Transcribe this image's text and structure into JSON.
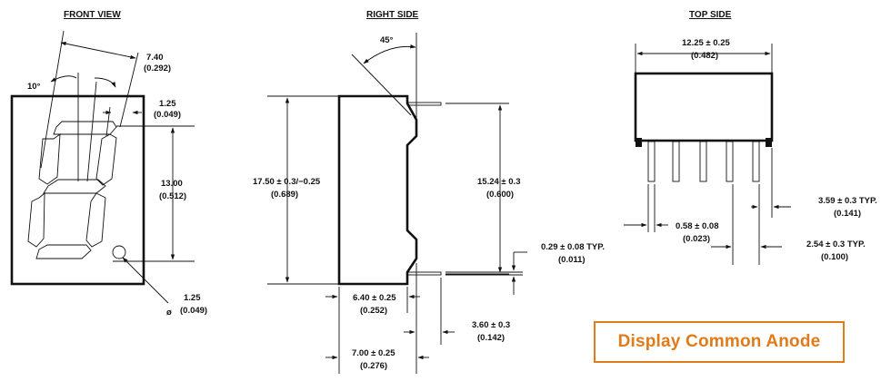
{
  "views": {
    "front": {
      "title": "FRONT VIEW",
      "width_mm": "7.40",
      "width_in": "(0.292)",
      "slant_angle": "10°",
      "seg_offset_mm": "1.25",
      "seg_offset_in": "(0.049)",
      "digit_height_mm": "13.00",
      "digit_height_in": "(0.512)",
      "dp_symbol": "ø",
      "dp_diameter_mm": "1.25",
      "dp_diameter_in": "(0.049)"
    },
    "right": {
      "title": "RIGHT SIDE",
      "angle": "45°",
      "height_mm": "17.50 ± 0.3/−0.25",
      "height_in": "(0.689)",
      "pin_spacing_mm": "15.24 ± 0.3",
      "pin_spacing_in": "(0.600)",
      "pin_thickness_mm": "0.29 ± 0.08 TYP.",
      "pin_thickness_in": "(0.011)",
      "body_depth_mm": "6.40 ± 0.25",
      "body_depth_in": "(0.252)",
      "pin_length_mm": "3.60 ± 0.3",
      "pin_length_in": "(0.142)",
      "total_depth_mm": "7.00 ± 0.25",
      "total_depth_in": "(0.276)"
    },
    "top": {
      "title": "TOP SIDE",
      "width_mm": "12.25 ± 0.25",
      "width_in": "(0.482)",
      "pin_width_mm": "0.58 ± 0.08",
      "pin_width_in": "(0.023)",
      "edge_offset_mm": "3.59 ± 0.3 TYP.",
      "edge_offset_in": "(0.141)",
      "pin_pitch_mm": "2.54 ± 0.3 TYP.",
      "pin_pitch_in": "(0.100)"
    }
  },
  "caption": {
    "label": "Display Common Anode",
    "color": "#e07b1a"
  }
}
